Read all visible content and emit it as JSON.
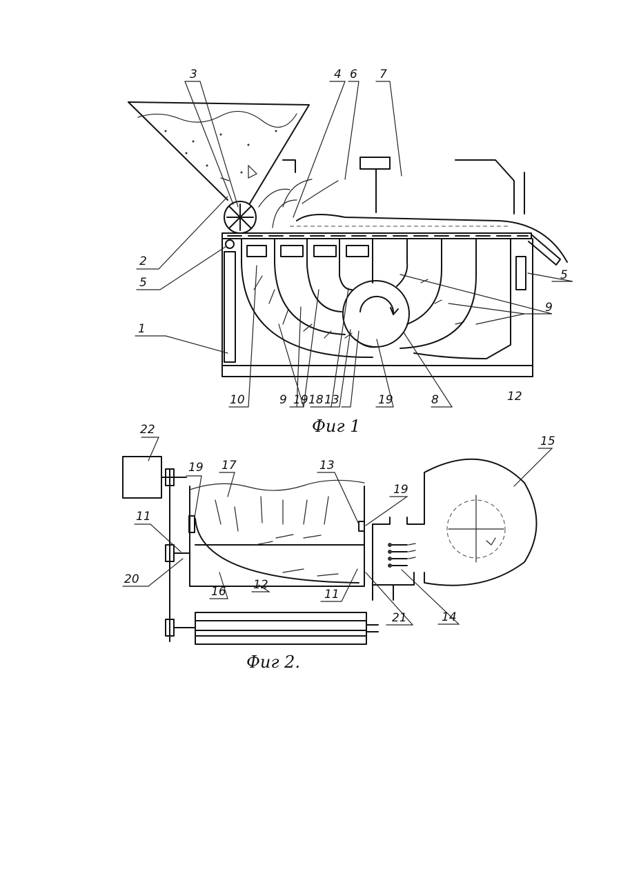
{
  "figures": [
    {
      "caption": "Фиг 1",
      "callouts": [
        "1",
        "2",
        "3",
        "4",
        "5",
        "5",
        "6",
        "7",
        "8",
        "9",
        "9",
        "10",
        "12",
        "13",
        "18",
        "19",
        "19",
        "19"
      ]
    },
    {
      "caption": "Фиг 2.",
      "callouts": [
        "11",
        "11",
        "12",
        "13",
        "14",
        "15",
        "16",
        "17",
        "19",
        "19",
        "20",
        "21",
        "22"
      ]
    }
  ]
}
